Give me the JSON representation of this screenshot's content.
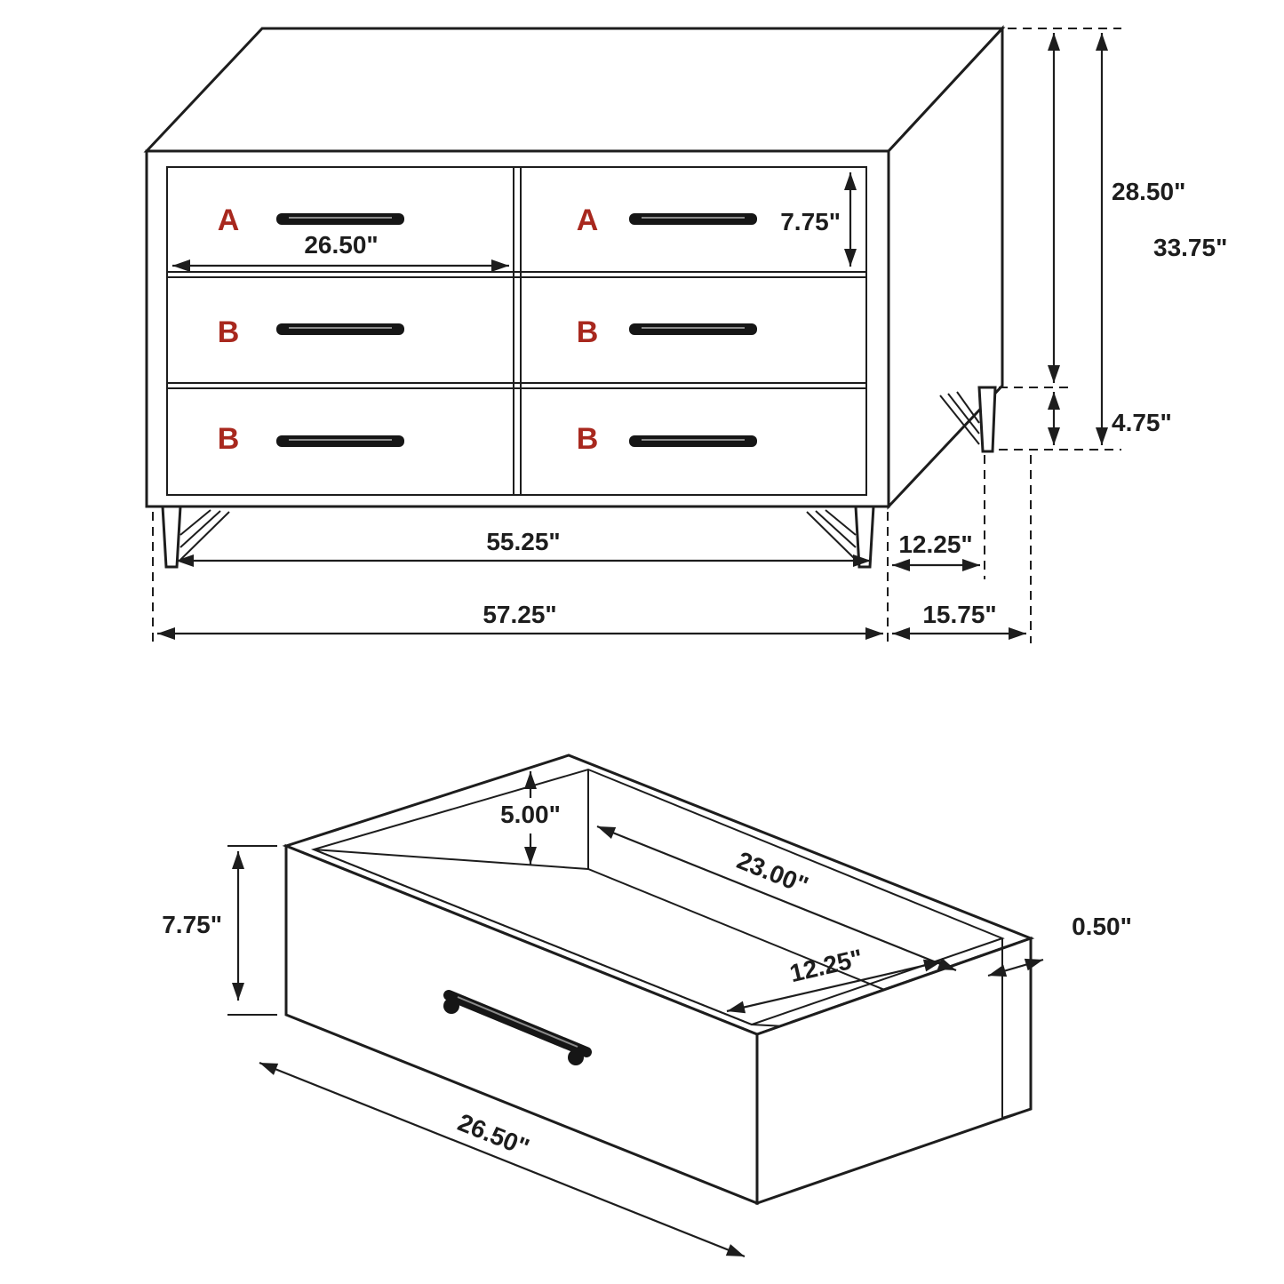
{
  "colors": {
    "line": "#1d1d1d",
    "label_red": "#a8281e",
    "background": "#ffffff",
    "handle": "#161616"
  },
  "dresser_view": {
    "description": "6-drawer dresser front/isometric dimension view",
    "drawers": [
      {
        "position": "top-left",
        "label": "A"
      },
      {
        "position": "top-right",
        "label": "A"
      },
      {
        "position": "middle-left",
        "label": "B"
      },
      {
        "position": "middle-right",
        "label": "B"
      },
      {
        "position": "bottom-left",
        "label": "B"
      },
      {
        "position": "bottom-right",
        "label": "B"
      }
    ],
    "dimensions": {
      "drawer_front_width": "26.50\"",
      "top_drawer_height": "7.75\"",
      "case_height": "28.50\"",
      "overall_height": "33.75\"",
      "leg_height": "4.75\"",
      "case_width": "55.25\"",
      "side_leg_depth": "12.25\"",
      "overall_width": "57.25\"",
      "overall_depth": "15.75\""
    }
  },
  "drawer_detail_view": {
    "description": "single drawer interior dimension view",
    "dimensions": {
      "front_height": "7.75\"",
      "interior_depth": "5.00\"",
      "interior_length": "23.00\"",
      "interior_width": "12.25\"",
      "panel_thickness": "0.50\"",
      "front_width": "26.50\""
    }
  }
}
